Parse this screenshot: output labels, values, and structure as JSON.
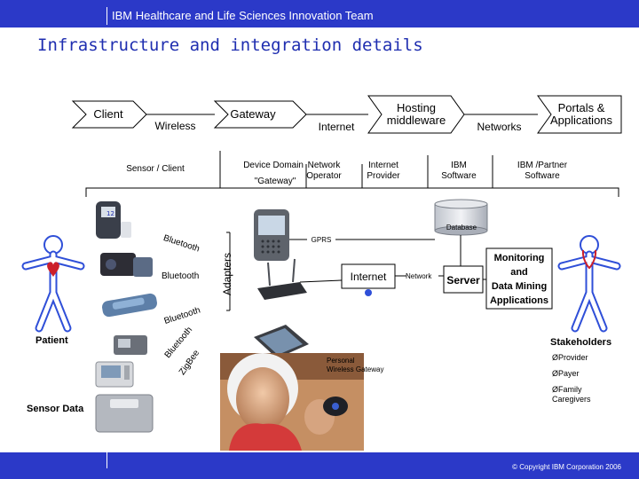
{
  "header": {
    "title": "IBM Healthcare and Life Sciences Innovation Team",
    "page_title": "Infrastructure and integration details"
  },
  "flow": {
    "client": "Client",
    "wireless": "Wireless",
    "gateway": "Gateway",
    "internet": "Internet",
    "hosting_line1": "Hosting",
    "hosting_line2": "middleware",
    "networks": "Networks",
    "portals_line1": "Portals &",
    "portals_line2": "Applications"
  },
  "roles": {
    "sensor_client": "Sensor / Client",
    "device_domain_line1": "Device Domain",
    "device_domain_line2": "\"Gateway\"",
    "network_operator_line1": "Network",
    "network_operator_line2": "Operator",
    "internet_provider_line1": "Internet",
    "internet_provider_line2": "Provider",
    "ibm_software_line1": "IBM",
    "ibm_software_line2": "Software",
    "ibm_partner_line1": "IBM /Partner",
    "ibm_partner_line2": "Software"
  },
  "diagram": {
    "database": "Database",
    "gprs": "GPRS",
    "bluetooth_top": "Bluetooth",
    "bluetooth_mid": "Bluetooth",
    "bluetooth_low": "Bluetooth",
    "bluetooth_bottom": "Bluetooth",
    "zigbee": "ZigBee",
    "adapters": "Adapters",
    "internet": "Internet",
    "network": "Network",
    "server": "Server",
    "monitoring_line1": "Monitoring",
    "monitoring_line2": "and",
    "monitoring_line3": "Data Mining",
    "monitoring_line4": "Applications",
    "personal_gateway_line1": "Personal",
    "personal_gateway_line2": "Wireless Gateway",
    "patient": "Patient",
    "sensor_data": "Sensor Data",
    "stakeholders": "Stakeholders",
    "stakeholder_provider": "ØProvider",
    "stakeholder_payer": "ØPayer",
    "stakeholder_family_line1": "ØFamily",
    "stakeholder_family_line2": "Caregivers"
  },
  "footer": {
    "copyright": "© Copyright IBM Corporation 2006"
  },
  "colors": {
    "brand_blue": "#2b39c8",
    "title_blue": "#1f2eb0",
    "heart_red": "#cc1f2a",
    "node_blue": "#2f4fd8"
  }
}
